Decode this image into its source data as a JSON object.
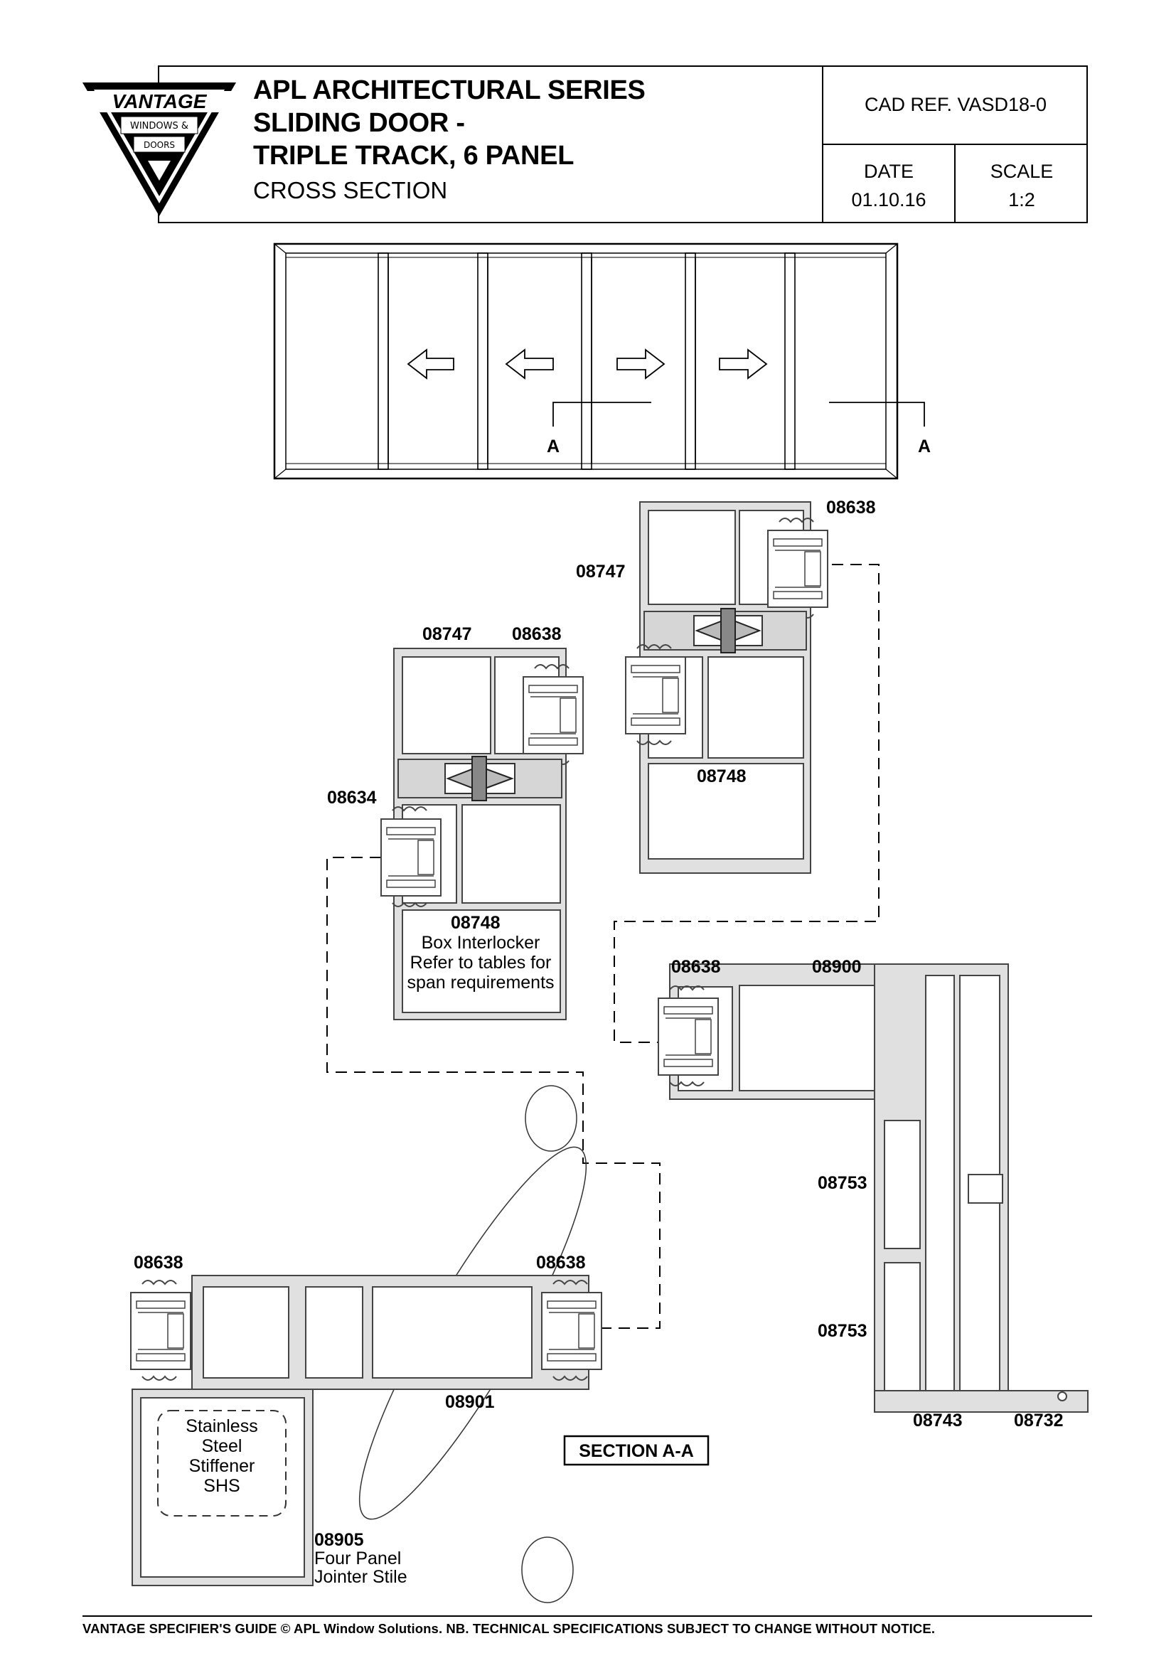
{
  "logo": {
    "brand": "VANTAGE",
    "line1": "WINDOWS &",
    "line2": "DOORS"
  },
  "title": {
    "line1": "APL ARCHITECTURAL SERIES",
    "line2": "SLIDING DOOR -",
    "line3": "TRIPLE TRACK, 6 PANEL",
    "subtitle": "CROSS SECTION"
  },
  "title_block": {
    "cad_ref": "CAD REF.  VASD18-0",
    "date_label": "DATE",
    "date_value": "01.10.16",
    "scale_label": "SCALE",
    "scale_value": "1:2"
  },
  "elevation": {
    "section_marks": [
      "A",
      "A"
    ],
    "arrows": [
      "left",
      "left",
      "right",
      "right"
    ]
  },
  "profiles": {
    "top_right_outer": "08638",
    "top_right_frame": "08747",
    "top_right_box": "08748",
    "mid_left_frame": "08747",
    "mid_left_outer": "08638",
    "mid_left_inner": "08634",
    "mid_left_box": "08748",
    "box_note_1": "Box Interlocker",
    "box_note_2": "Refer to tables for",
    "box_note_3": "span requirements",
    "jamb_glass": "08638",
    "jamb_head": "08900",
    "jamb_mid_1": "08753",
    "jamb_mid_2": "08753",
    "jamb_sill_1": "08743",
    "jamb_sill_2": "08732",
    "bottom_left_glass": "08638",
    "bottom_right_glass": "08638",
    "bottom_centre": "08901",
    "stiffener_1": "Stainless",
    "stiffener_2": "Steel",
    "stiffener_3": "Stiffener",
    "stiffener_4": "SHS",
    "stile_code": "08905",
    "stile_note_1": "Four Panel",
    "stile_note_2": "Jointer Stile",
    "section_label": "SECTION A-A"
  },
  "footer": "VANTAGE SPECIFIER'S GUIDE  © APL Window Solutions. NB. TECHNICAL SPECIFICATIONS SUBJECT TO CHANGE WITHOUT NOTICE."
}
